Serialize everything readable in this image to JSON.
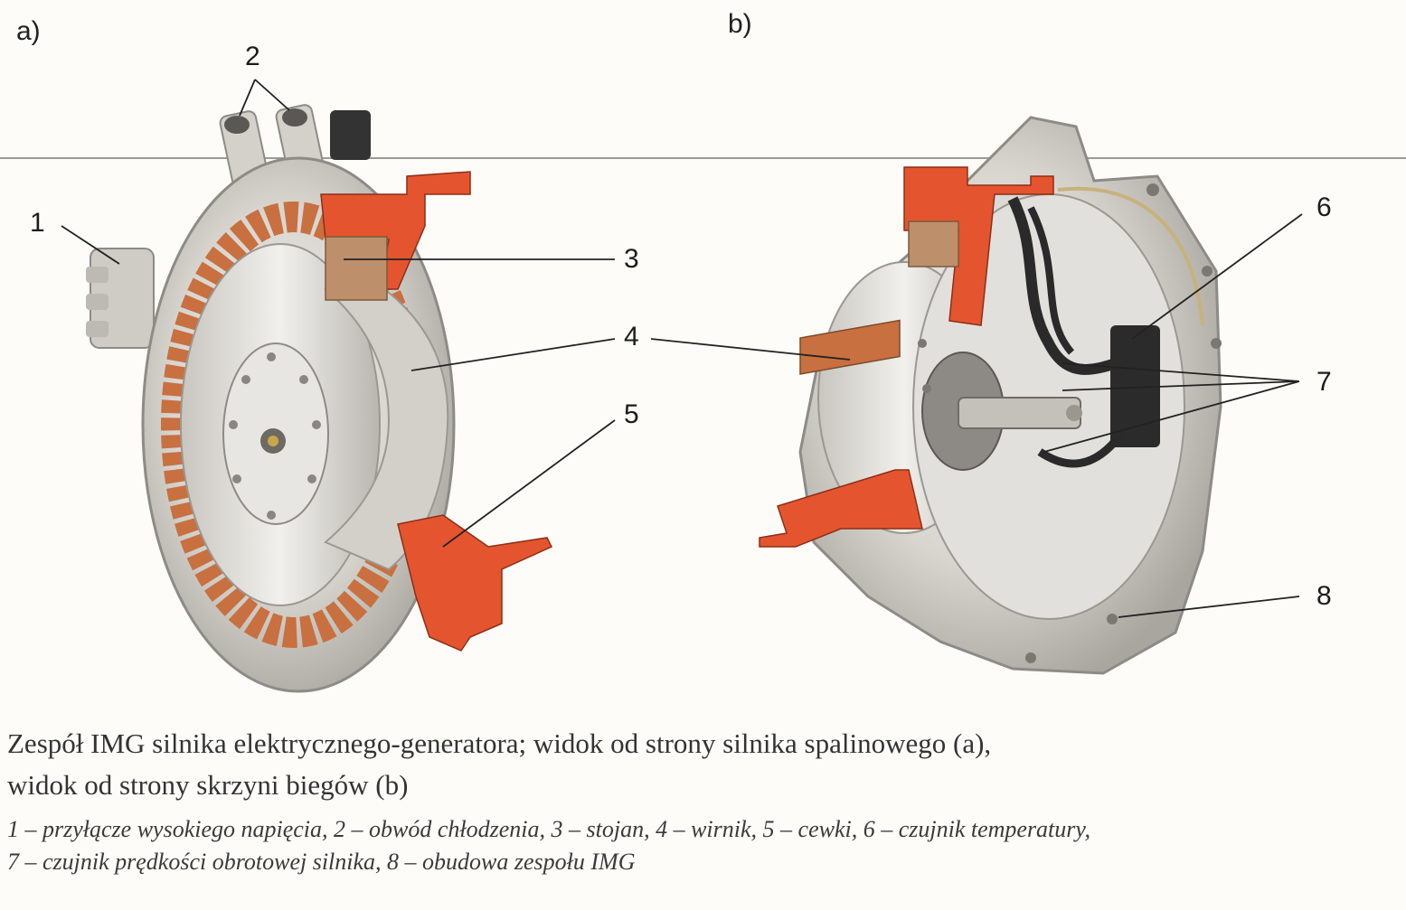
{
  "panels": [
    {
      "id": "a",
      "label": "a)"
    },
    {
      "id": "b",
      "label": "b)"
    }
  ],
  "callouts": [
    "1",
    "2",
    "3",
    "4",
    "5",
    "6",
    "7",
    "8"
  ],
  "caption": {
    "title_line1": "Zespół IMG silnika elektrycznego-generatora; widok od strony silnika spalinowego (a),",
    "title_line2": "widok od strony skrzyni biegów (b)",
    "legend_line1": "1 – przyłącze wysokiego napięcia, 2 – obwód chłodzenia, 3 – stojan, 4 – wirnik, 5 – cewki, 6 – czujnik temperatury,",
    "legend_line2": "7 – czujnik prędkości obrotowej silnika, 8 – obudowa zespołu IMG"
  },
  "colors": {
    "housing": "#d9d6d1",
    "housing_dark": "#9b9893",
    "cutaway": "#e4552f",
    "coil": "#c8703f",
    "sensor": "#2b2b2b",
    "separator": "#9a9a9a"
  }
}
